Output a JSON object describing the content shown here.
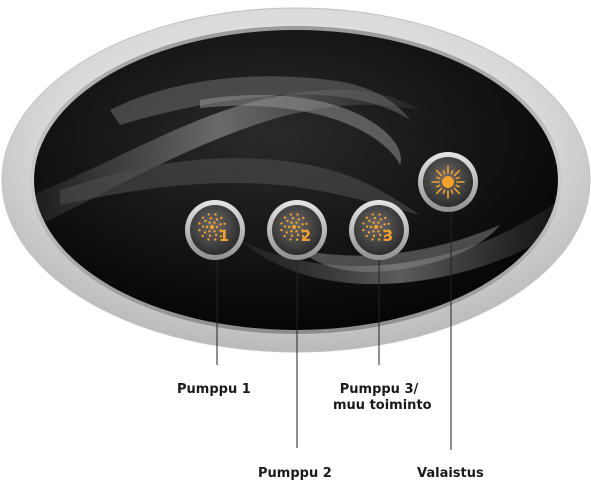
{
  "panel": {
    "buttons": [
      {
        "id": "pump-1",
        "number": "1",
        "icon": "jets-icon"
      },
      {
        "id": "pump-2",
        "number": "2",
        "icon": "jets-icon"
      },
      {
        "id": "pump-3",
        "number": "3",
        "icon": "jets-icon"
      },
      {
        "id": "light",
        "number": "",
        "icon": "sun-icon"
      }
    ],
    "accent_color": "#f5a027"
  },
  "labels": {
    "pump1": "Pumppu 1",
    "pump2": "Pumppu 2",
    "pump3_line1": "Pumppu 3/",
    "pump3_line2": "muu toiminto",
    "lighting": "Valaistus"
  }
}
